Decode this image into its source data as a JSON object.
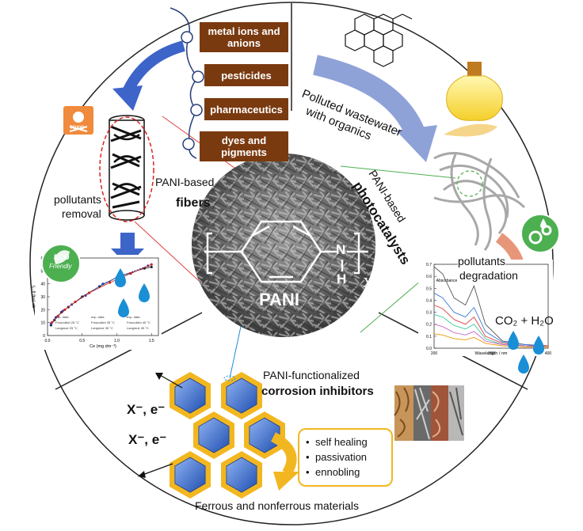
{
  "center": {
    "polymer_name": "PANI",
    "n_label": "N",
    "h_label": "H",
    "x_subscript": "X"
  },
  "fibers": {
    "tags": [
      "metal ions and anions",
      "pesticides",
      "pharmaceutics",
      "dyes and pigments"
    ],
    "toxic_label": "TOXIC",
    "removal_label_1": "pollutants",
    "removal_label_2": "removal",
    "based_label": "PANI-based",
    "bold_label": "fibers"
  },
  "photocatalysts": {
    "wastewater_1": "Polluted wastewater",
    "wastewater_2": "with organics",
    "based_label": "PANI-based",
    "bold_label": "photocatalysts",
    "degradation_1": "pollutants",
    "degradation_2": "degradation",
    "products": "CO₂ + H₂O"
  },
  "corrosion": {
    "functionalized_label": "PANI-functionalized",
    "bold_label": "corrosion inhibitors",
    "ion_label": "X⁻, e⁻",
    "mechanisms": [
      "self healing",
      "passivation",
      "ennobling"
    ],
    "materials_label": "Ferrous and nonferrous materials"
  },
  "eco_badge": {
    "line1": "ECO",
    "line2": "Friendly"
  },
  "chart_data": [
    {
      "type": "scatter",
      "xlabel": "Ce (mg dm⁻³)",
      "ylabel": "qe (mg g⁻¹)",
      "xlim": [
        0,
        1.6
      ],
      "ylim": [
        0,
        60
      ],
      "x_ticks": [
        "0.0",
        "0.5",
        "1.0",
        "1.5"
      ],
      "y_ticks": [
        "0",
        "10",
        "20",
        "30",
        "40",
        "50",
        "60"
      ],
      "legend": [
        "exp. data",
        "exp. data",
        "exp. data",
        "Freundlich 25 °C",
        "Freundlich 35 °C",
        "Freundlich 45 °C",
        "Langmuir 25 °C",
        "Langmuir 35 °C",
        "Langmuir 45 °C"
      ],
      "series": [
        {
          "color": "#222222",
          "x": [
            0.05,
            0.1,
            0.2,
            0.3,
            0.5,
            0.75,
            1.0,
            1.4,
            1.5
          ],
          "y": [
            8,
            12,
            18,
            22,
            30,
            38,
            45,
            52,
            53
          ]
        },
        {
          "color": "#2244cc",
          "x": [
            0.05,
            0.12,
            0.22,
            0.35,
            0.55,
            0.8,
            1.05,
            1.45
          ],
          "y": [
            9,
            14,
            19,
            24,
            31,
            40,
            46,
            54
          ]
        },
        {
          "color": "#cc2222",
          "x": [
            0.06,
            0.15,
            0.25,
            0.4,
            0.6,
            0.9,
            1.2,
            1.5
          ],
          "y": [
            10,
            15,
            20,
            26,
            33,
            41,
            48,
            55
          ]
        }
      ]
    },
    {
      "type": "line",
      "xlabel": "Wavelength / nm",
      "ylabel": "Absorbance",
      "xlim": [
        200,
        400
      ],
      "ylim": [
        0,
        0.7
      ],
      "x_ticks": [
        "200",
        "300",
        "400"
      ],
      "y_ticks": [
        "0.0",
        "0.1",
        "0.2",
        "0.3",
        "0.4",
        "0.5",
        "0.6",
        "0.7"
      ],
      "series": [
        {
          "color": "#555555",
          "x": [
            200,
            215,
            235,
            255,
            270,
            290,
            320,
            360,
            400
          ],
          "y": [
            0.68,
            0.62,
            0.42,
            0.36,
            0.52,
            0.2,
            0.06,
            0.03,
            0.02
          ]
        },
        {
          "color": "#3a7bd5",
          "x": [
            200,
            215,
            235,
            255,
            270,
            290,
            320,
            360,
            400
          ],
          "y": [
            0.46,
            0.42,
            0.3,
            0.26,
            0.34,
            0.14,
            0.05,
            0.03,
            0.02
          ]
        },
        {
          "color": "#d44",
          "x": [
            200,
            215,
            235,
            255,
            270,
            290,
            320,
            360,
            400
          ],
          "y": [
            0.36,
            0.33,
            0.24,
            0.2,
            0.26,
            0.1,
            0.04,
            0.02,
            0.02
          ]
        },
        {
          "color": "#3c9",
          "x": [
            200,
            215,
            235,
            255,
            270,
            290,
            320,
            360,
            400
          ],
          "y": [
            0.28,
            0.26,
            0.19,
            0.16,
            0.2,
            0.08,
            0.03,
            0.02,
            0.01
          ]
        },
        {
          "color": "#c6c",
          "x": [
            200,
            215,
            235,
            255,
            270,
            290,
            320,
            360,
            400
          ],
          "y": [
            0.2,
            0.18,
            0.13,
            0.11,
            0.14,
            0.06,
            0.03,
            0.02,
            0.01
          ]
        },
        {
          "color": "#e90",
          "x": [
            200,
            215,
            235,
            255,
            270,
            290,
            320,
            360,
            400
          ],
          "y": [
            0.12,
            0.11,
            0.08,
            0.07,
            0.09,
            0.04,
            0.02,
            0.01,
            0.01
          ]
        }
      ]
    }
  ],
  "colors": {
    "tag_brown": "#7a3a10",
    "hex_gold": "#f2b720",
    "hex_blue": "#3b6fd4",
    "arrow_blue": "#3d64c8",
    "arrow_periwinkle": "#8ea2d8",
    "arrow_salmon": "#e8967a",
    "drop_blue": "#1a8fd6",
    "eco_green": "#4caf50",
    "toxic_orange": "#f08a3c",
    "bulb_yellow": "#f7d84a"
  }
}
